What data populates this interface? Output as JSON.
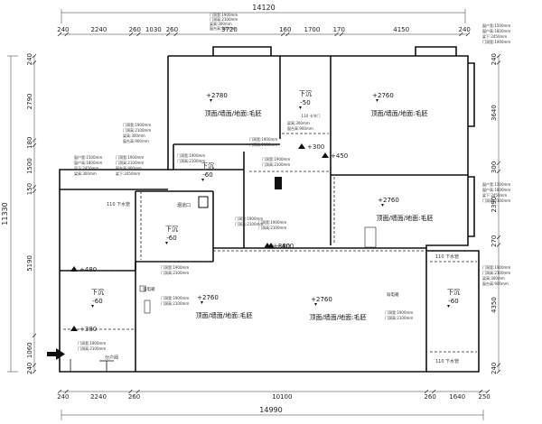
{
  "dimensions": {
    "top_total": "14120",
    "top_segments": [
      "240",
      "2240",
      "260",
      "1030",
      "260",
      "3720",
      "160",
      "1700",
      "170",
      "4150",
      "240"
    ],
    "bottom_segments": [
      "240",
      "2240",
      "260",
      "10100",
      "260",
      "1640",
      "250"
    ],
    "bottom_total": "14990",
    "left_total": "11330",
    "left_segments": [
      "240",
      "2790",
      "180",
      "1500",
      "150",
      "5190",
      "1060",
      "240"
    ],
    "right_segments": [
      "240",
      "3640",
      "300",
      "2390",
      "270",
      "4350",
      "240"
    ]
  },
  "rooms": [
    {
      "level": "+2780",
      "finish": "顶面/墙面/地面:毛胚"
    },
    {
      "level": "下沉",
      "depth": "-50",
      "tag": "110 卡节门"
    },
    {
      "level": "+2760",
      "finish": "顶面/墙面/地面:毛胚"
    },
    {
      "level": "下沉",
      "depth": "-60"
    },
    {
      "level": "+2760",
      "finish": "顶面/墙面/地面:毛胚"
    },
    {
      "level": "下沉",
      "depth": "-60"
    },
    {
      "level": "+2760",
      "finish": "顶面/墙面/地面:毛胚"
    },
    {
      "level": "+2760",
      "finish": "顶面/墙面/地面:毛胚"
    },
    {
      "level": "下沉",
      "depth": "-60"
    },
    {
      "level": "下沉",
      "depth": "-60"
    }
  ],
  "markers": [
    "+400",
    "+300",
    "+450",
    "+380",
    "+480",
    "+380"
  ],
  "labels": {
    "entry_marker": "烟道口",
    "left_tag": "110 下水管",
    "right_tag_top": "110 下水管",
    "right_tag_bottom": "110 下水管",
    "electric_box": "强电箱",
    "distribution_box": "弱电箱",
    "bottom_label": "分户阀"
  },
  "notes": [
    "门洞宽:1900mm",
    "门洞高:2100mm",
    "梁高:300mm",
    "窗台高:900mm",
    "窗户宽:1500mm",
    "窗户高:1800mm",
    "梁下:2450mm"
  ]
}
